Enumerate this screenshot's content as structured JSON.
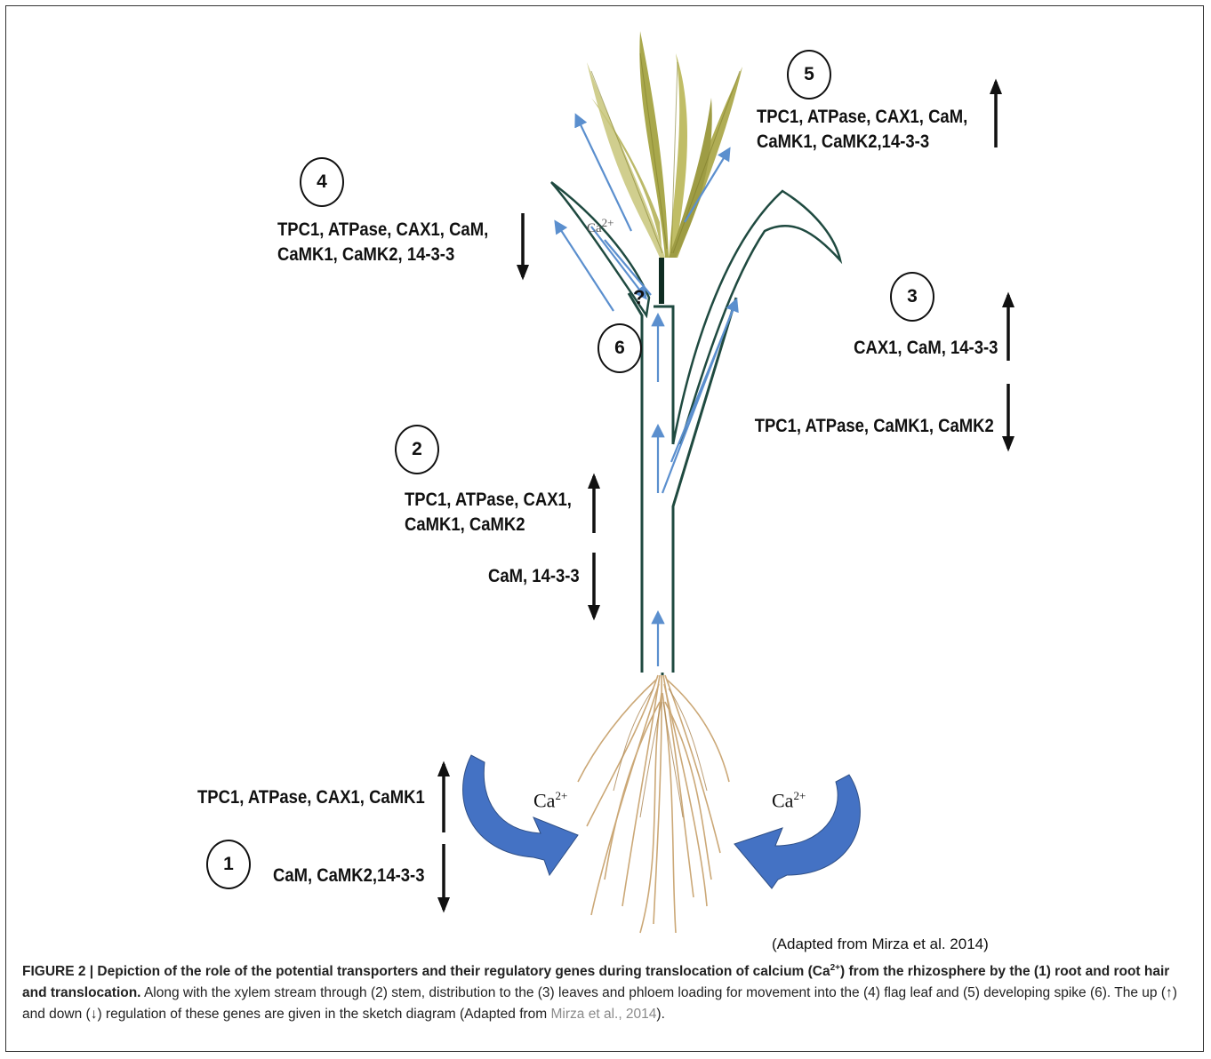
{
  "labels": {
    "region_1": "1",
    "region_2": "2",
    "region_3": "3",
    "region_4": "4",
    "region_5": "5",
    "region_6": "6"
  },
  "genes": {
    "r5_up_line1": "TPC1, ATPase, CAX1,  CaM,",
    "r5_up_line2": "CaMK1, CaMK2,14-3-3",
    "r4_down_line1": "TPC1, ATPase, CAX1,  CaM,",
    "r4_down_line2": "CaMK1, CaMK2, 14-3-3",
    "r3_up": "CAX1, CaM, 14-3-3",
    "r3_down": "TPC1, ATPase, CaMK1, CaMK2",
    "r2_up_line1": "TPC1, ATPase, CAX1,",
    "r2_up_line2": "CaMK1, CaMK2",
    "r2_down": "CaM, 14-3-3",
    "r1_up": "TPC1, ATPase, CAX1,  CaMK1",
    "r1_down": "CaM, CaMK2,14-3-3"
  },
  "calcium": {
    "symbol": "Ca",
    "charge": "2+",
    "question_mark": "?"
  },
  "credit": "(Adapted from Mirza et al. 2014)",
  "caption": {
    "figure_label": "FIGURE 2 | Depiction of the role of the potential transporters and their regulatory genes during translocation of calcium (Ca",
    "figure_label_sup": "2+",
    "bold_rest": ") from the rhizosphere by the (1) root and root hair and translocation.",
    "body": " Along with the xylem stream through (2) stem, distribution to the (3) leaves and phloem loading for movement into the (4) flag leaf and (5) developing spike (6). The up (↑) and down (↓) regulation of these genes are given in the sketch diagram (Adapted from ",
    "citation": "Mirza et al., 2014",
    "end": ")."
  },
  "colors": {
    "outline": "#1f4a40",
    "arrow_blue": "#5b8fce",
    "curved_arrow": "#4472c4",
    "spike": "#b5b35a",
    "roots": "#c9a470",
    "text": "#111111"
  }
}
